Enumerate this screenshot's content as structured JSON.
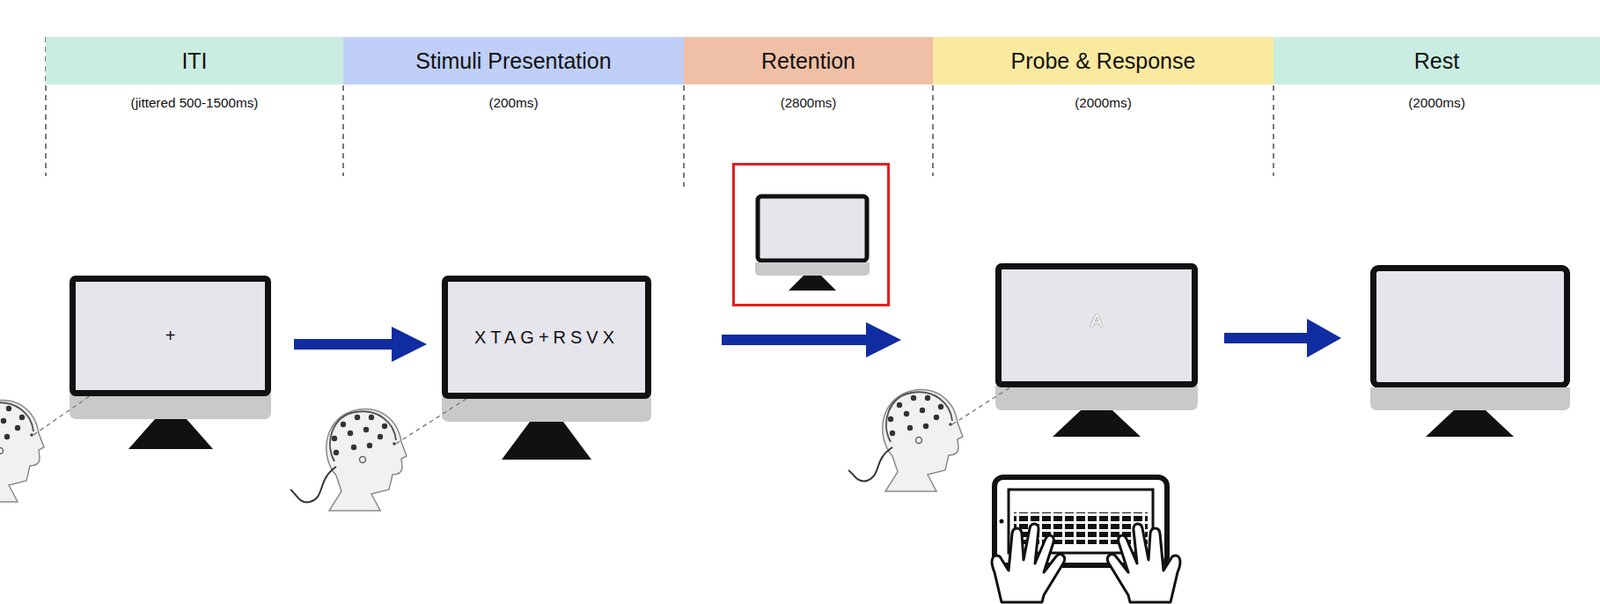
{
  "diagram": {
    "nodes": [
      {
        "text": [
          "ITI",
          "(jittered 500-1500ms)"
        ]
      },
      {
        "text": [
          "Stimuli Presentation",
          "(200ms)"
        ]
      },
      {
        "text": [
          "Retention",
          "(2800ms)"
        ]
      },
      {
        "text": [
          "Probe & Response",
          "(2000ms)"
        ]
      },
      {
        "text": [
          "Rest",
          "(2000ms)"
        ]
      },
      {
        "text": [
          "+"
        ]
      },
      {
        "text": [
          "XTAG+RSVX"
        ]
      },
      {
        "text": [
          "A"
        ]
      }
    ],
    "edges": [
      {
        "from": 5,
        "to": 6,
        "arrow": "to"
      },
      {
        "from": 6,
        "to": 7,
        "arrow": "to"
      }
    ]
  }
}
